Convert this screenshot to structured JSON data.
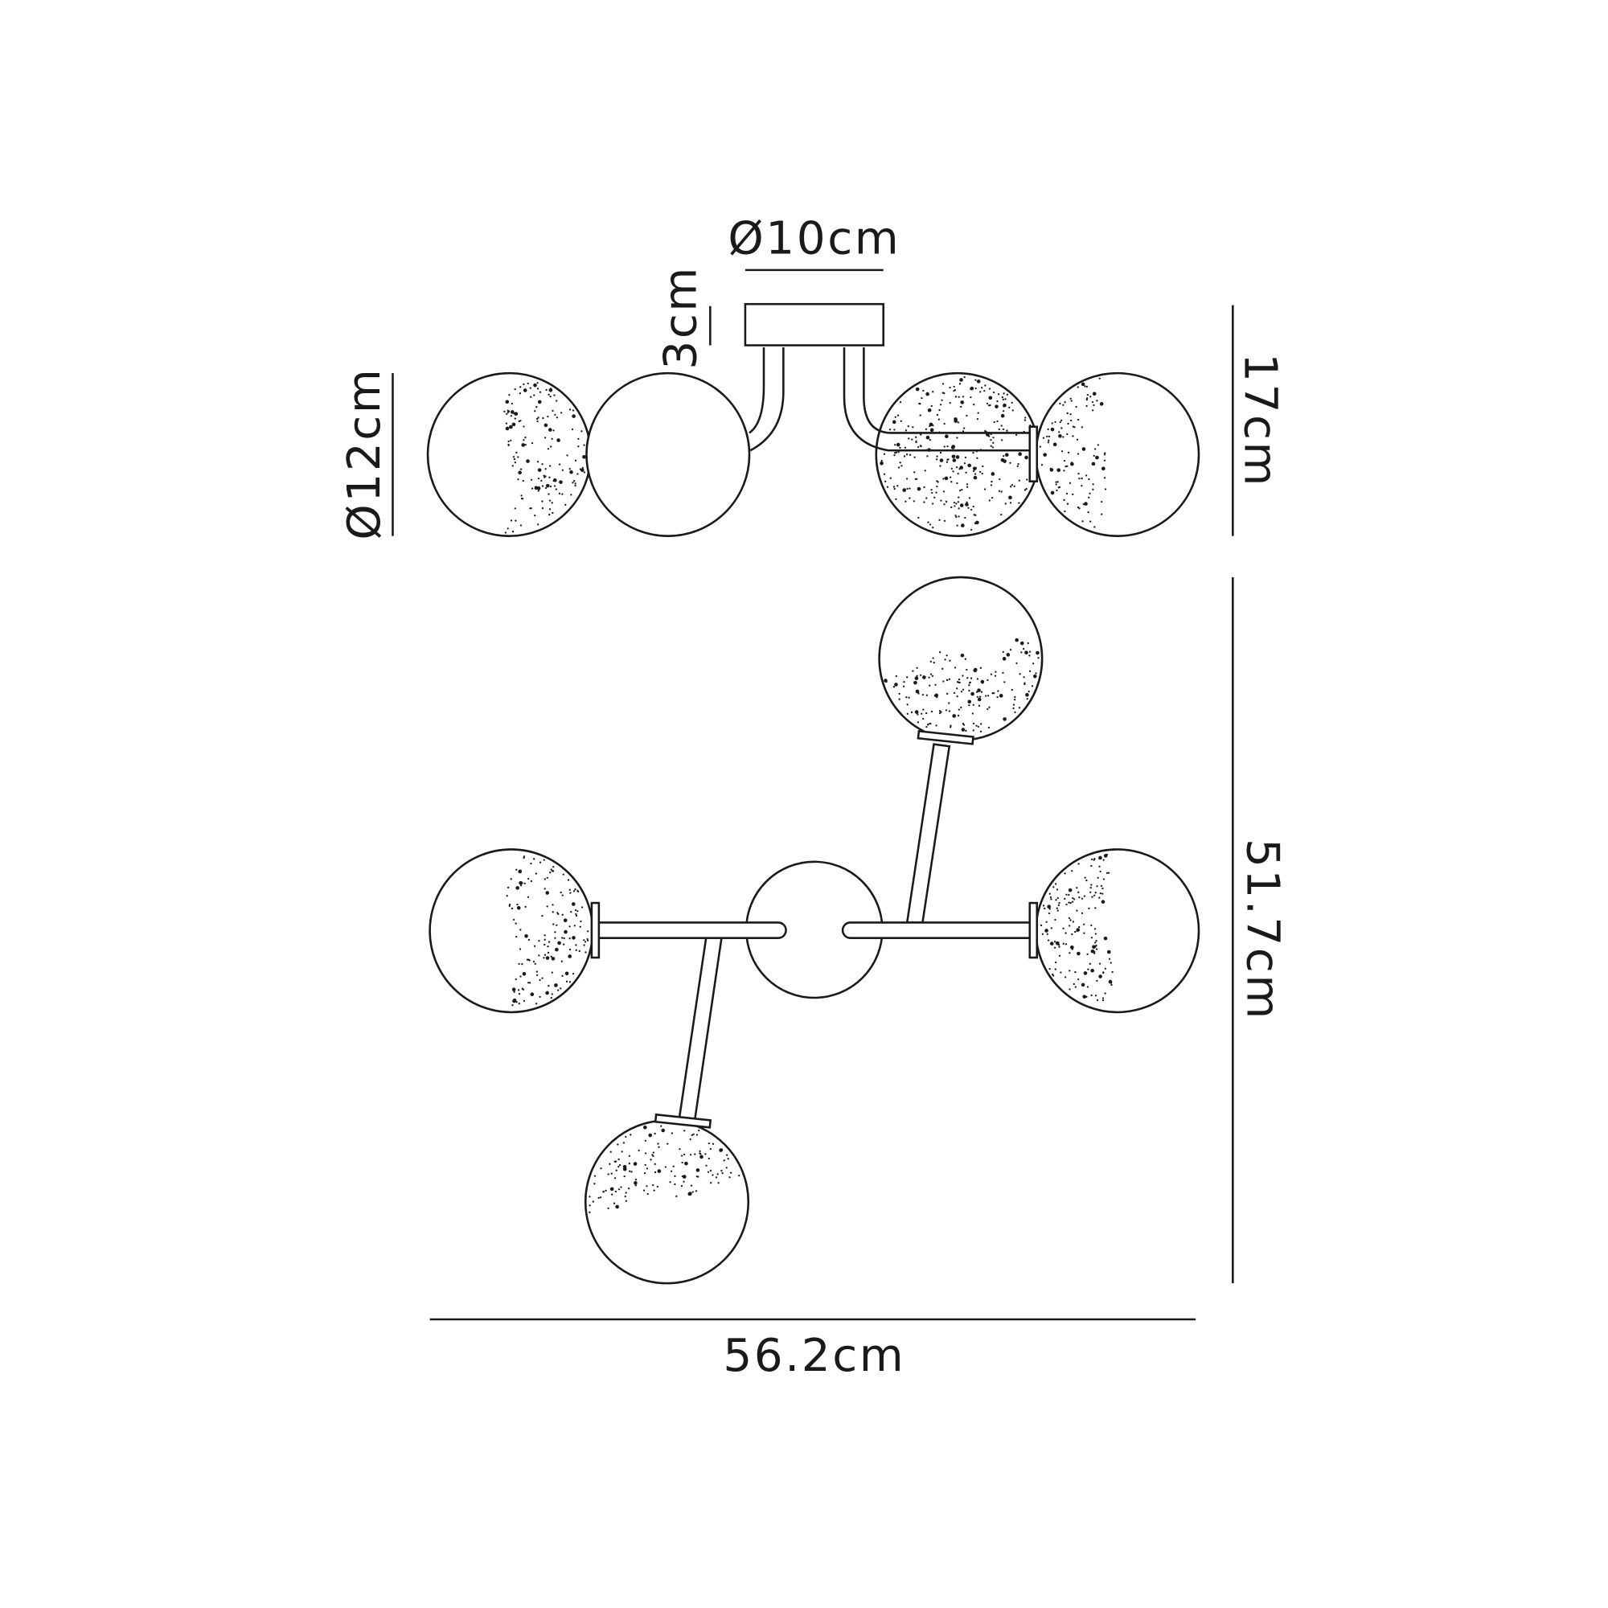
{
  "dimensions": {
    "canopy_diameter": "Ø10cm",
    "canopy_height": "3cm",
    "globe_diameter": "Ø12cm",
    "overall_height": "17cm",
    "overall_depth": "51.7cm",
    "overall_width": "56.2cm"
  },
  "colors": {
    "line": "#1a1a1a",
    "background": "#ffffff"
  }
}
